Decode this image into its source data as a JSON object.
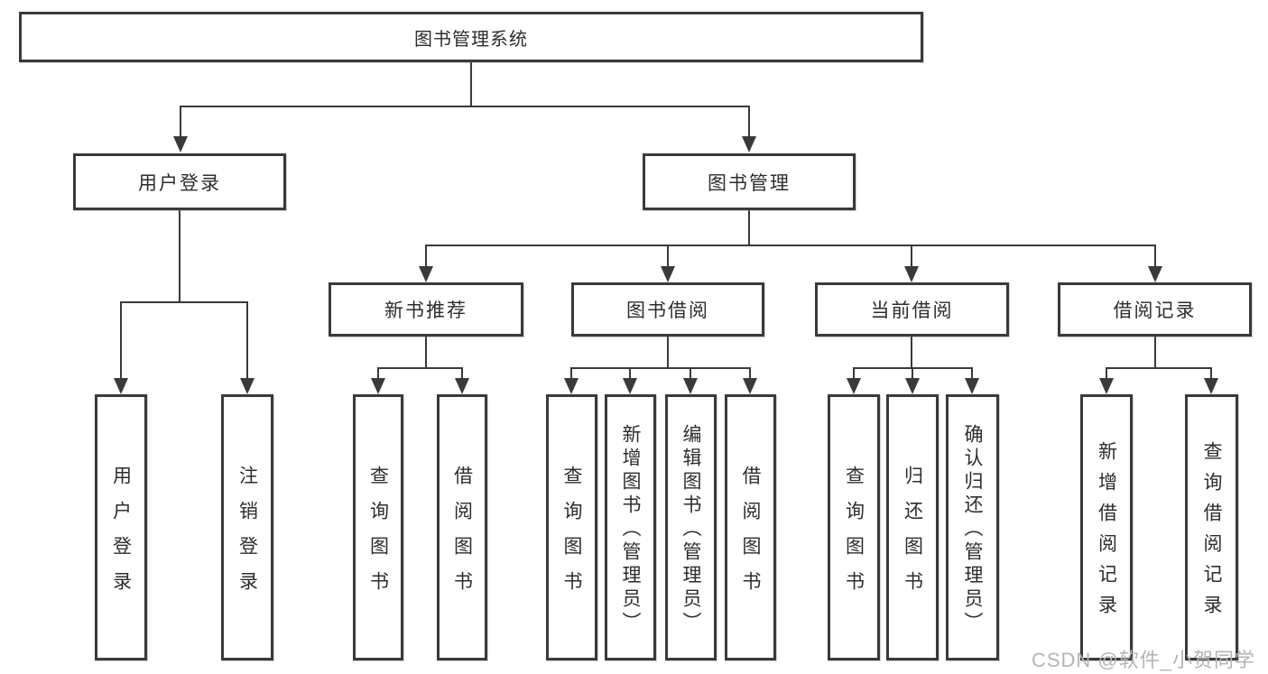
{
  "diagram_type": "functional-structure-tree",
  "colors": {
    "line": "#3a3a3a",
    "text": "#2d2d2d",
    "background": "#ffffff",
    "watermark": "#b4b4b4"
  },
  "tree": {
    "label": "图书管理系统",
    "children": [
      {
        "label": "用户登录",
        "children": [
          {
            "label": "用户登录"
          },
          {
            "label": "注销登录"
          }
        ]
      },
      {
        "label": "图书管理",
        "children": [
          {
            "label": "新书推荐",
            "children": [
              {
                "label": "查询图书"
              },
              {
                "label": "借阅图书"
              }
            ]
          },
          {
            "label": "图书借阅",
            "children": [
              {
                "label": "查询图书"
              },
              {
                "label": "新增图书（管理员）"
              },
              {
                "label": "编辑图书（管理员）"
              },
              {
                "label": "借阅图书"
              }
            ]
          },
          {
            "label": "当前借阅",
            "children": [
              {
                "label": "查询图书"
              },
              {
                "label": "归还图书"
              },
              {
                "label": "确认归还（管理员）"
              }
            ]
          },
          {
            "label": "借阅记录",
            "children": [
              {
                "label": "新增借阅记录"
              },
              {
                "label": "查询借阅记录"
              }
            ]
          }
        ]
      }
    ]
  },
  "watermark": {
    "text": "CSDN @软件_小贺同学"
  }
}
